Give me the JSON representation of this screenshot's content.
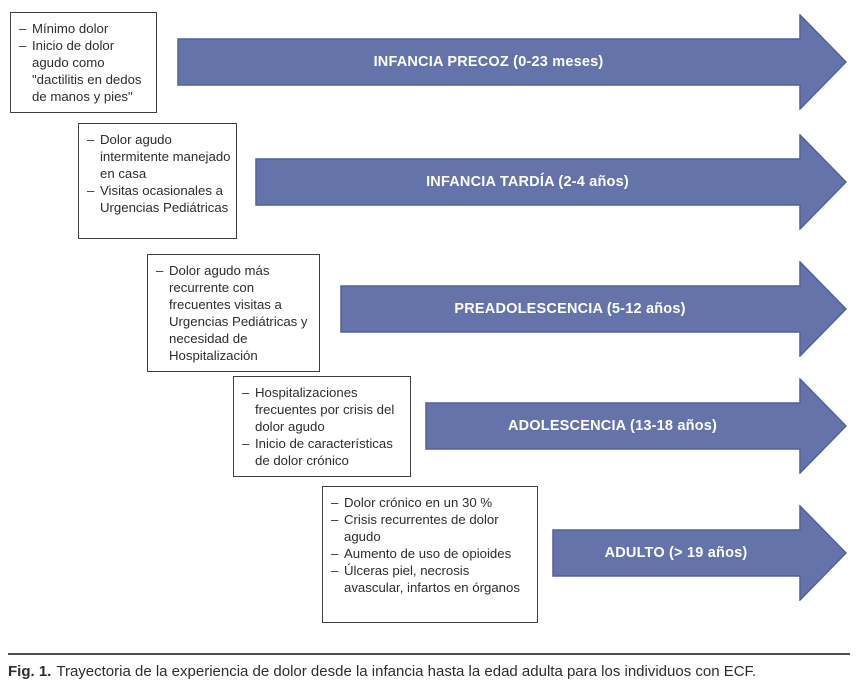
{
  "ui": {
    "bullet_marker": "–"
  },
  "colors": {
    "arrow_fill": "#6474AB",
    "arrow_stroke": "#50619A",
    "box_border": "#3E3E3E",
    "text": "#2D2D2D",
    "rule": "#4D4D4D"
  },
  "stages": [
    {
      "label": "INFANCIA PRECOZ (0-23 meses)",
      "bullets": [
        "Mínimo dolor",
        "Inicio de dolor agudo como \"dactilitis en dedos de manos y pies\""
      ]
    },
    {
      "label": "INFANCIA TARDÍA (2-4 años)",
      "bullets": [
        "Dolor agudo intermitente manejado en casa",
        "Visitas ocasionales a Urgencias Pediátricas"
      ]
    },
    {
      "label": "PREADOLESCENCIA (5-12 años)",
      "bullets": [
        "Dolor agudo más recurrente con frecuentes visitas a Urgencias Pediátricas y necesidad de Hospitalización"
      ]
    },
    {
      "label": "ADOLESCENCIA (13-18 años)",
      "bullets": [
        "Hospitalizaciones frecuentes por crisis del dolor agudo",
        "Inicio de características de dolor crónico"
      ]
    },
    {
      "label": "ADULTO (> 19 años)",
      "bullets": [
        "Dolor crónico en un 30 %",
        "Crisis recurrentes de dolor agudo",
        "Aumento de uso de opioides",
        "Úlceras piel, necrosis avascular, infartos en órganos"
      ]
    }
  ],
  "caption": {
    "label": "Fig. 1.",
    "text": "Trayectoria de la experiencia de dolor desde la infancia hasta la edad adulta para los individuos con ECF."
  }
}
